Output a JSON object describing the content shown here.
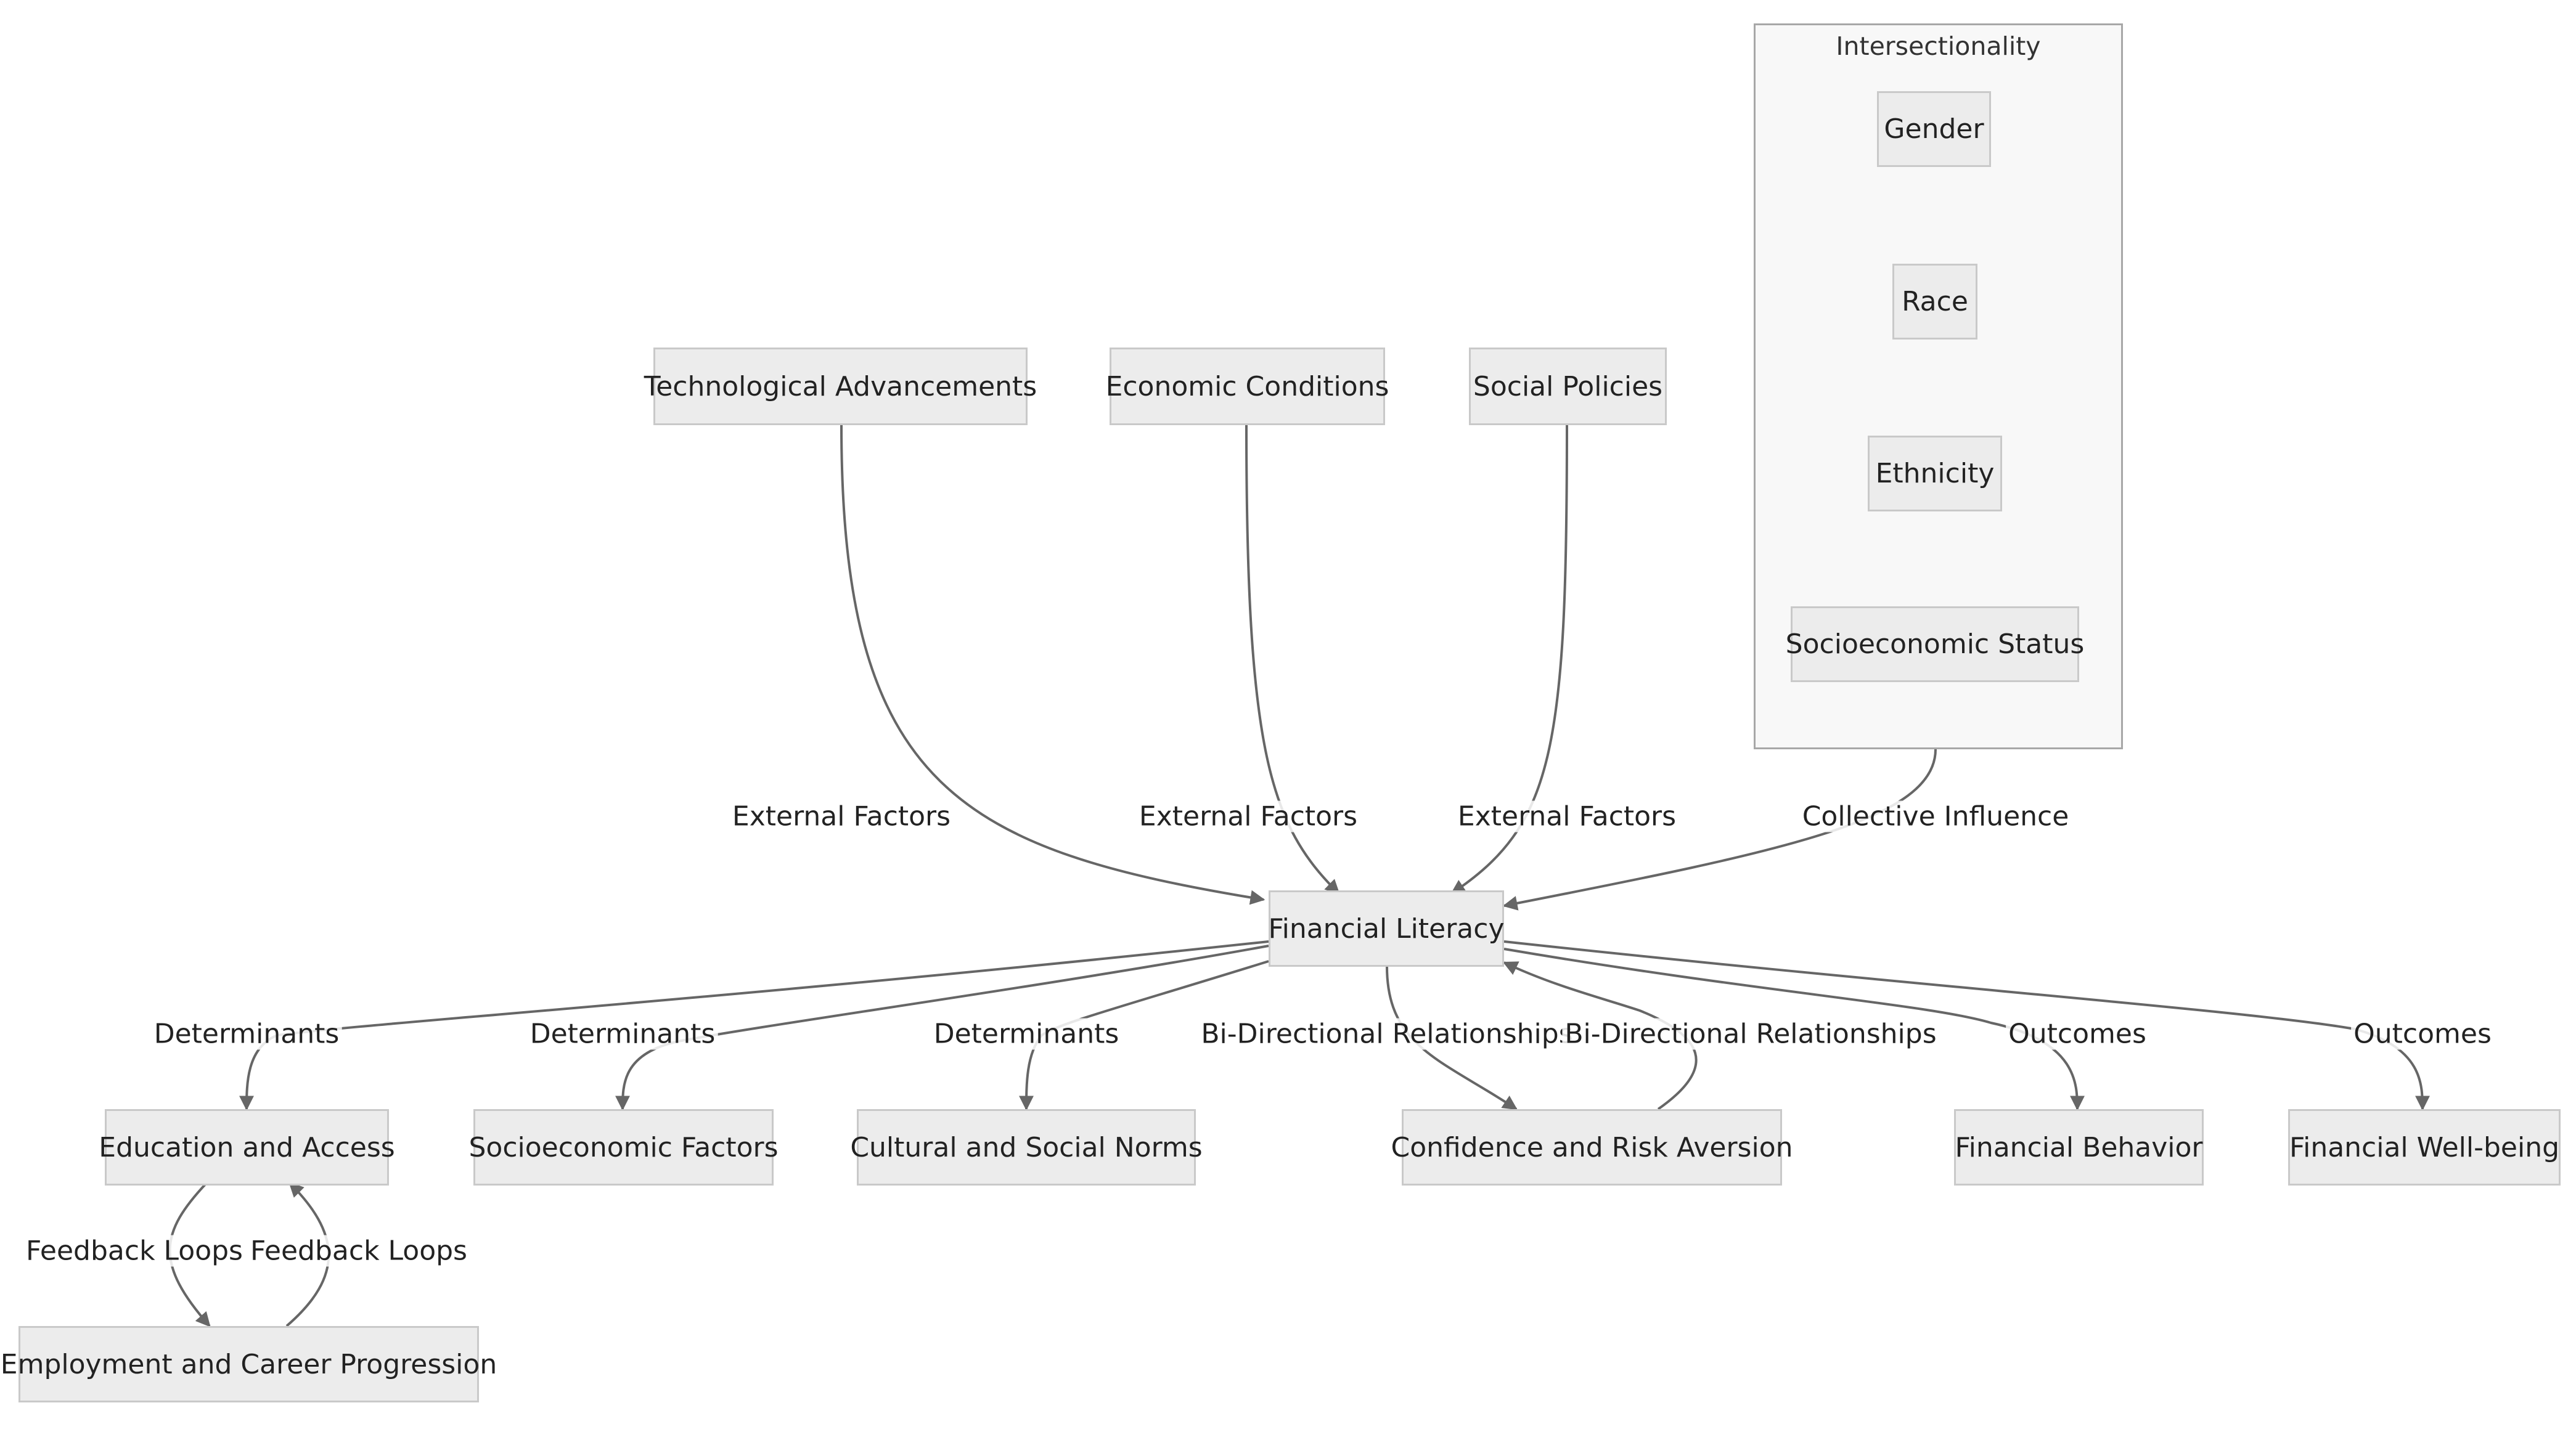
{
  "nodes": {
    "tech": "Technological Advancements",
    "econ": "Economic Conditions",
    "social": "Social Policies",
    "fin_lit": "Financial Literacy",
    "edu": "Education and Access",
    "socio": "Socioeconomic Factors",
    "cultural": "Cultural and Social Norms",
    "confidence": "Confidence and Risk Aversion",
    "behavior": "Financial Behavior",
    "wellbeing": "Financial Well-being",
    "employment": "Employment and Career Progression"
  },
  "cluster": {
    "title": "Intersectionality",
    "members": {
      "gender": "Gender",
      "race": "Race",
      "ethnicity": "Ethnicity",
      "ses": "Socioeconomic Status"
    }
  },
  "edge_labels": {
    "external_1": "External Factors",
    "external_2": "External Factors",
    "external_3": "External Factors",
    "collective": "Collective Influence",
    "determinants_1": "Determinants",
    "determinants_2": "Determinants",
    "determinants_3": "Determinants",
    "bidir_1": "Bi-Directional Relationships",
    "bidir_2": "Bi-Directional Relationships",
    "outcomes_1": "Outcomes",
    "outcomes_2": "Outcomes",
    "feedback_1": "Feedback Loops",
    "feedback_2": "Feedback Loops"
  },
  "colors": {
    "node_fill": "#ececec",
    "node_border": "#c9c9c9",
    "edge": "#666666",
    "cluster_fill": "#f8f8f8",
    "cluster_border": "#a7a7a7"
  }
}
